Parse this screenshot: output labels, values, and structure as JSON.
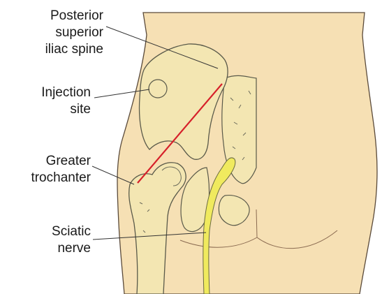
{
  "labels": {
    "psis_line1": "Posterior",
    "psis_line2": "superior",
    "psis_line3": "iliac spine",
    "injection_line1": "Injection",
    "injection_line2": "site",
    "trochanter_line1": "Greater",
    "trochanter_line2": "trochanter",
    "sciatic_line1": "Sciatic",
    "sciatic_line2": "nerve"
  },
  "colors": {
    "skin": "#f6e0b4",
    "bone": "#f3e6b2",
    "bone_outline": "#5a5a4a",
    "nerve": "#f0ea5e",
    "injection_line": "#d6202a",
    "leader": "#333333"
  }
}
